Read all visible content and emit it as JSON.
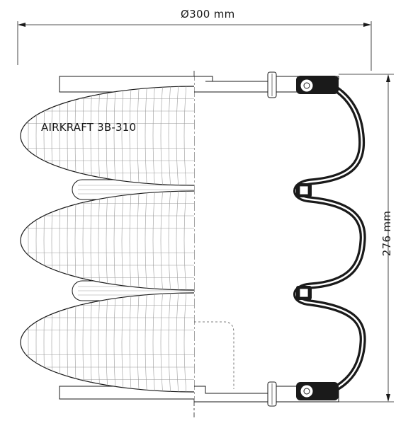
{
  "dimensions": {
    "width_label": "Ø300 mm",
    "height_label": "276 mm"
  },
  "product": {
    "label": "AIRKRAFT 3B-310"
  },
  "colors": {
    "line": "#1a1a1a",
    "hatch": "#9a9a9a",
    "section_fill": "#1a1a1a",
    "background": "#ffffff"
  }
}
